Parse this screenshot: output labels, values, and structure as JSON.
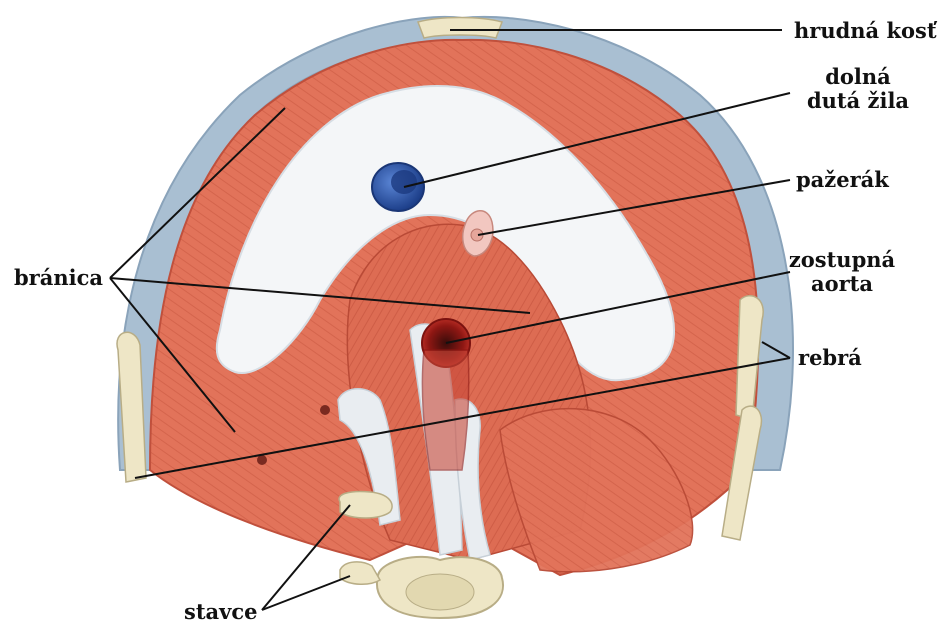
{
  "labels": {
    "sternum": "hrudná kosť",
    "ivc_line1": "dolná",
    "ivc_line2": "dutá žila",
    "esophagus": "pažerák",
    "aorta_line1": "zostupná",
    "aorta_line2": "aorta",
    "diaphragm": "bránica",
    "ribs": "rebrá",
    "vertebrae": "stavce"
  },
  "colors": {
    "muscle": "#e2735a",
    "muscle_dark": "#c7553f",
    "tendon": "#f4f6f8",
    "cartilage": "#a9bfd2",
    "bone": "#eee6c6",
    "vein": "#2d55a8",
    "artery": "#b2201b",
    "leader_line": "#111111"
  }
}
